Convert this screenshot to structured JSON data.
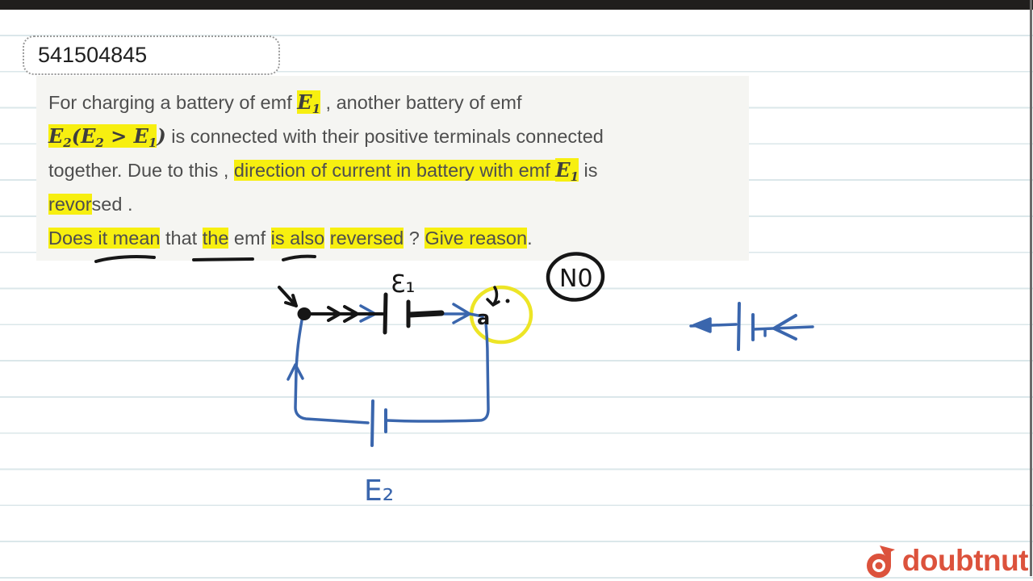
{
  "header": {
    "question_id": "541504845"
  },
  "question": {
    "lines": [
      [
        {
          "t": "For charging a battery of emf ",
          "hl": false
        },
        {
          "t": "E",
          "sub": "1",
          "hl": true
        },
        {
          "t": " , another battery of emf",
          "hl": false
        }
      ],
      [
        {
          "t": "E",
          "sub": "2",
          "hl": true
        },
        {
          "t": "(",
          "hl": true,
          "math": true
        },
        {
          "t": "E",
          "sub": "2",
          "hl": true
        },
        {
          "t": " > ",
          "hl": true,
          "math": true
        },
        {
          "t": "E",
          "sub": "1",
          "hl": true
        },
        {
          "t": ")",
          "hl": false,
          "math": true
        },
        {
          "t": " is connected with their positive terminals connected",
          "hl": false
        }
      ],
      [
        {
          "t": "together. Due to this , ",
          "hl": false
        },
        {
          "t": "direction of current in battery with emf ",
          "hl": true
        },
        {
          "t": "E",
          "sub": "1",
          "hl": true
        },
        {
          "t": " is",
          "hl": false
        }
      ],
      [
        {
          "t": "revor",
          "hl": true
        },
        {
          "t": "sed .",
          "hl": false
        }
      ],
      [
        {
          "t": "Does it mean",
          "hl": true
        },
        {
          "t": " that ",
          "hl": false
        },
        {
          "t": "the",
          "hl": true
        },
        {
          "t": " emf ",
          "hl": false
        },
        {
          "t": "is also",
          "hl": true
        },
        {
          "t": " ",
          "hl": false
        },
        {
          "t": "reversed",
          "hl": true
        },
        {
          "t": " ? ",
          "hl": false
        },
        {
          "t": "Give reason",
          "hl": true
        },
        {
          "t": ".",
          "hl": false
        }
      ]
    ]
  },
  "sketch": {
    "e1_label": "Ɛ₁",
    "e2_label": "E₂",
    "no_annotation": "N0",
    "node_label": "a"
  },
  "footer": {
    "brand": "doubtnut"
  },
  "colors": {
    "highlight": "#f7ef10",
    "ink_black": "#161616",
    "ink_blue": "#3a66ad",
    "marker_yellow": "#ece313",
    "brand_orange": "#dc523c",
    "margin_red": "#a9565b",
    "ruled_line": "#dbe7ea",
    "question_box_bg": "#f5f5f2"
  }
}
